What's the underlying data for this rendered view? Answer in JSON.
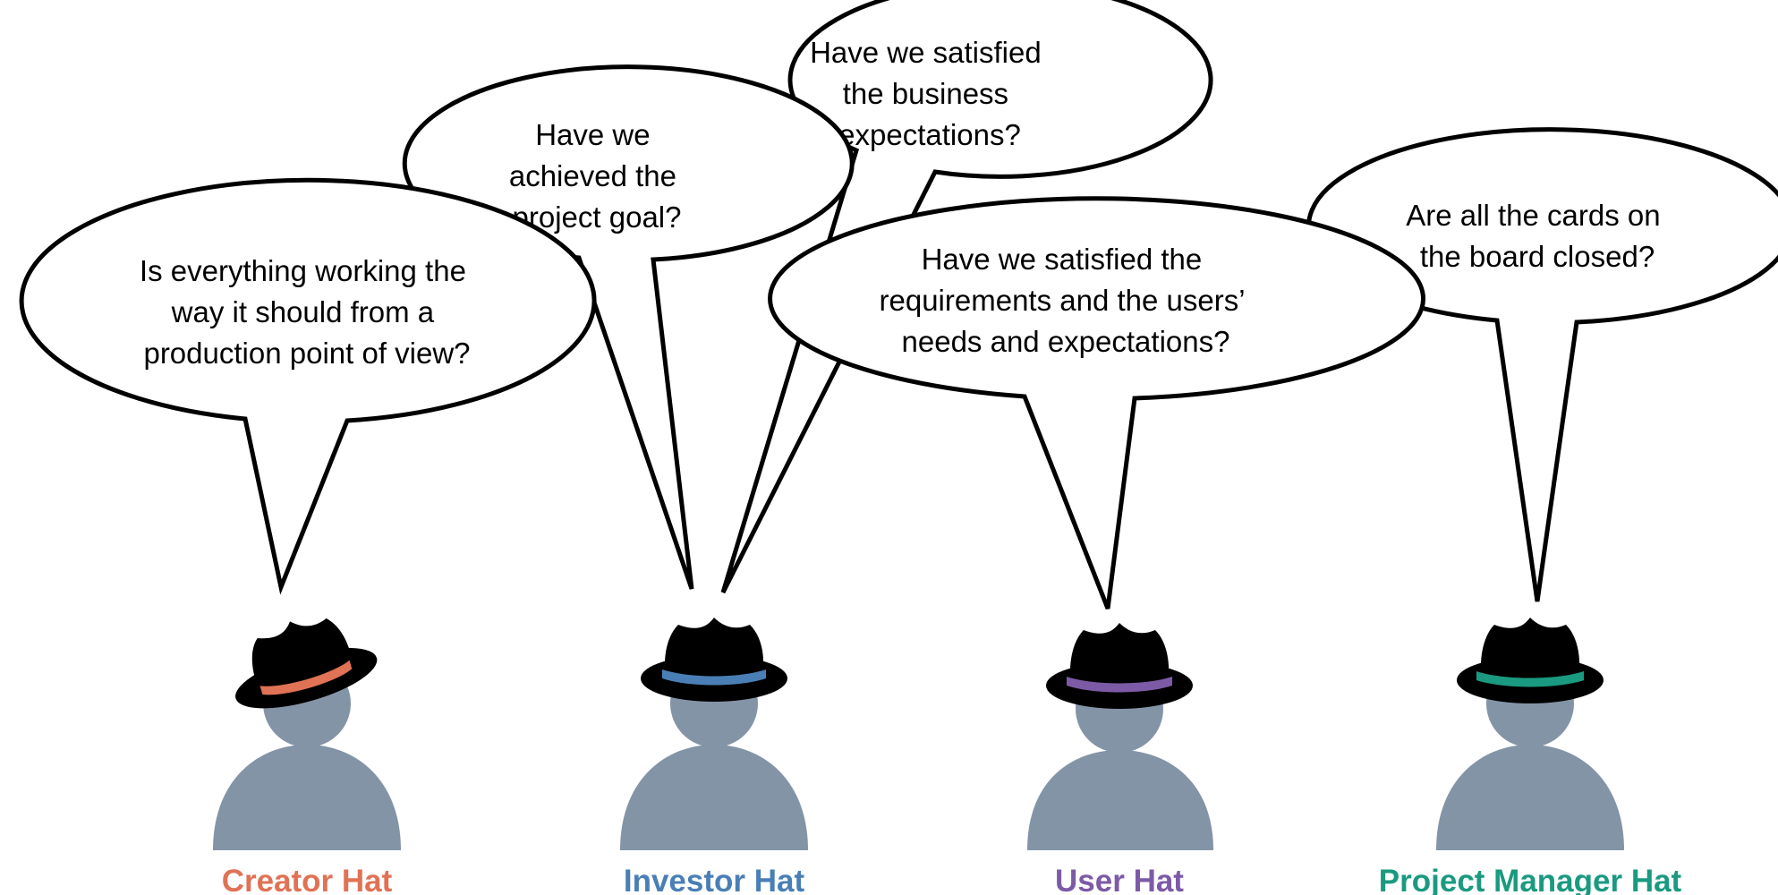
{
  "bubbles": [
    {
      "id": "creator",
      "lines": [
        "Is everything working the",
        "way it should from a",
        "production point of view?"
      ]
    },
    {
      "id": "investor-goal",
      "lines": [
        "Have we",
        "achieved the",
        "project goal?"
      ]
    },
    {
      "id": "investor-business",
      "lines": [
        "Have we satisfied",
        "the business",
        "expectations?"
      ]
    },
    {
      "id": "user",
      "lines": [
        "Have we satisfied the",
        "requirements and the users’",
        "needs and expectations?"
      ]
    },
    {
      "id": "pm",
      "lines": [
        "Are all the cards on",
        "the board closed?"
      ]
    }
  ],
  "hats": [
    {
      "id": "creator",
      "label": "Creator Hat",
      "color": "#e07255"
    },
    {
      "id": "investor",
      "label": "Investor Hat",
      "color": "#4a7fb5"
    },
    {
      "id": "user",
      "label": "User Hat",
      "color": "#7d5aa6"
    },
    {
      "id": "project-manager",
      "label": "Project Manager Hat",
      "color": "#1a9a80"
    }
  ],
  "colors": {
    "person": "#8494a7",
    "hat": "#000000",
    "bubble_outline": "#000000"
  }
}
